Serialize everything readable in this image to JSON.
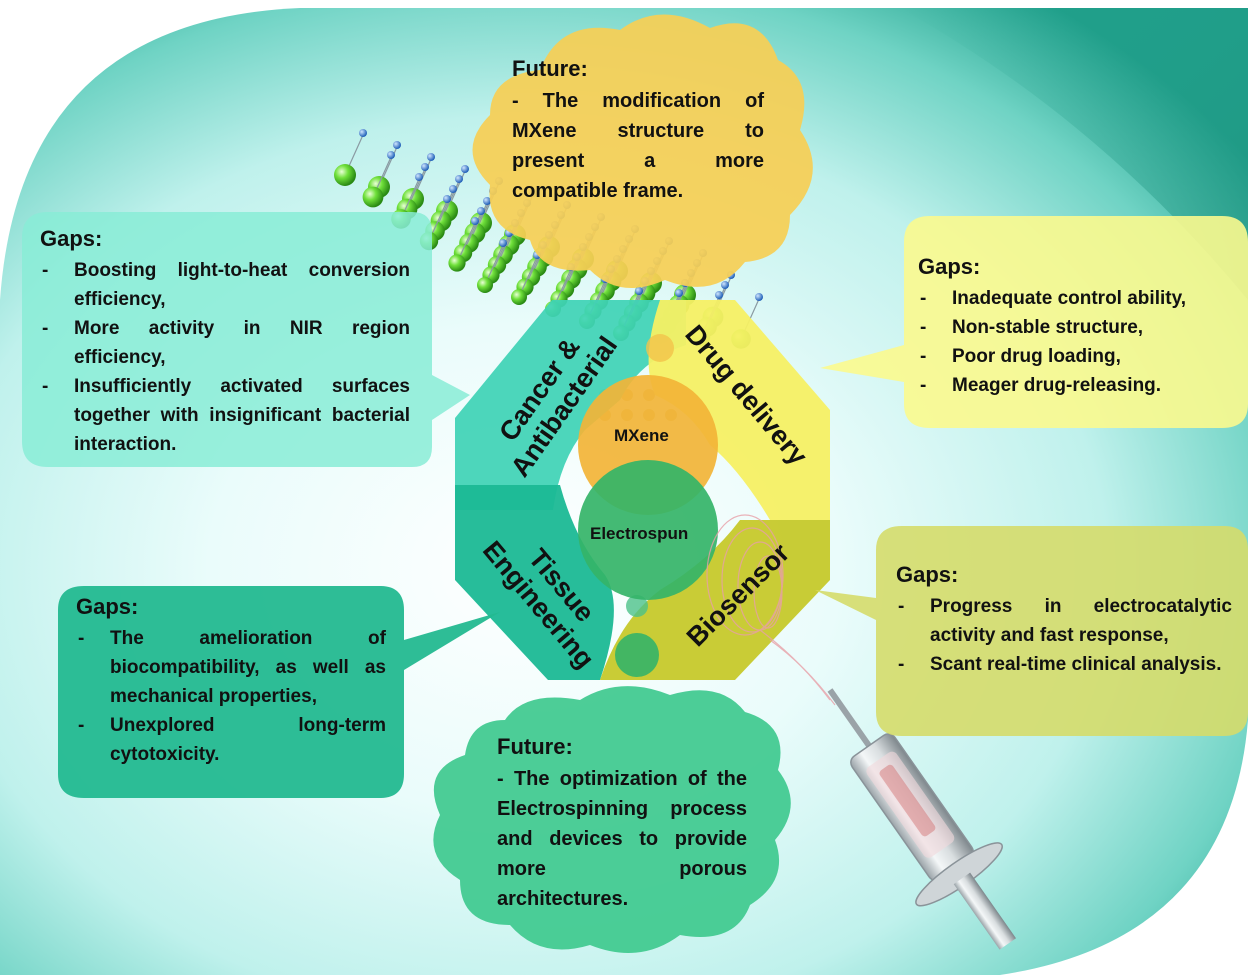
{
  "center": {
    "top_label": "MXene",
    "bottom_label": "Electrospun"
  },
  "segments": {
    "cancer": [
      "Cancer &",
      "Antibacterial"
    ],
    "drug": "Drug delivery",
    "tissue": [
      "Tissue",
      "Engineering"
    ],
    "biosensor": "Biosensor"
  },
  "future_top": {
    "heading": "Future:",
    "text": "- The modification of MXene structure to present a more compatible frame."
  },
  "future_bottom": {
    "heading": "Future:",
    "text": "- The optimization of the Electrospinning process and devices to provide more porous architectures."
  },
  "gaps_cancer": {
    "heading": "Gaps:",
    "items": [
      "Boosting light-to-heat conversion efficiency,",
      "More activity in NIR region efficiency,",
      "Insufficiently activated surfaces together with insignificant bacterial interaction."
    ]
  },
  "gaps_drug": {
    "heading": "Gaps:",
    "items": [
      "Inadequate control ability,",
      "Non-stable structure,",
      "Poor drug loading,",
      "Meager drug-releasing."
    ]
  },
  "gaps_tissue": {
    "heading": "Gaps:",
    "items": [
      "The amelioration of biocompatibility, as well as mechanical properties,",
      "Unexplored long-term cytotoxicity."
    ]
  },
  "gaps_biosensor": {
    "heading": "Gaps:",
    "items": [
      "Progress in electrocatalytic activity and fast response,",
      "Scant real-time clinical analysis."
    ]
  },
  "colors": {
    "background_light": "#e9fbf9",
    "background_teal": "#2aa793",
    "cancer_segment": "#3fd3b6",
    "drug_segment": "#f5f064",
    "tissue_segment": "#1bb995",
    "biosensor_segment": "#c6c92b",
    "mxene_circle": "#f2b437",
    "electrospun_circle": "#34b468",
    "future_top_cloud": "#f6cf55",
    "future_bottom_cloud": "#3fc98f",
    "gaps_cancer_box": "#88ecd6",
    "gaps_drug_box": "#fbf98e",
    "gaps_tissue_box": "#23b990",
    "gaps_biosensor_box": "#d5db6a"
  }
}
